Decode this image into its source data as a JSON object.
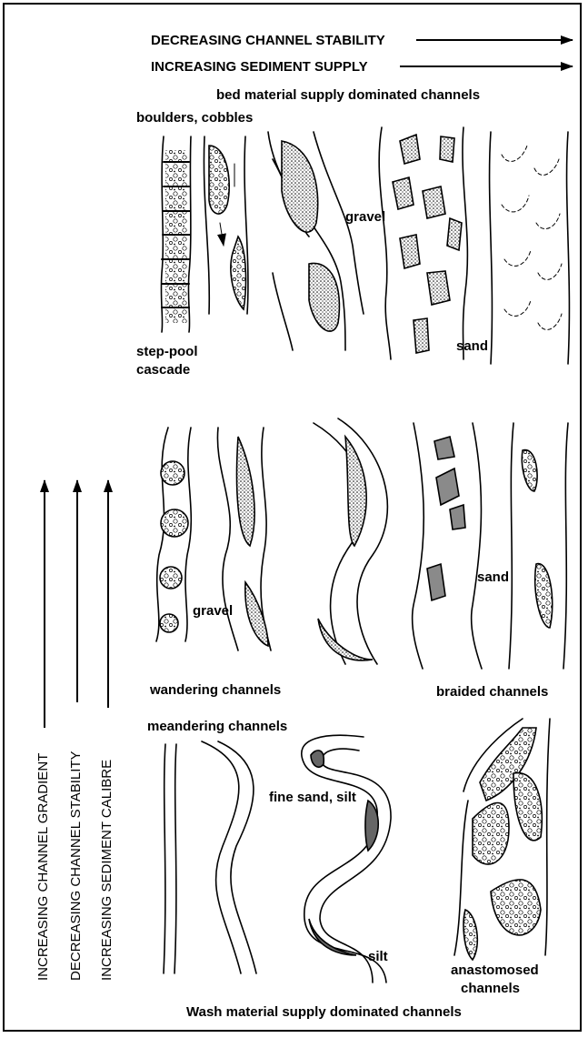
{
  "header": {
    "top_arrow_1": "DECREASING CHANNEL STABILITY",
    "top_arrow_2": "INCREASING SEDIMENT SUPPLY"
  },
  "side_arrows": {
    "left_1": "INCREASING CHANNEL GRADIENT",
    "left_2": "DECREASING CHANNEL STABILITY",
    "left_3": "INCREASING SEDIMENT CALIBRE"
  },
  "labels": {
    "bed_material": "bed material supply dominated channels",
    "boulders": "boulders, cobbles",
    "gravel_top": "gravel",
    "sand_top": "sand",
    "step_pool_1": "step-pool",
    "step_pool_2": "cascade",
    "gravel_mid": "gravel",
    "sand_mid": "sand",
    "wandering": "wandering channels",
    "braided": "braided channels",
    "meandering": "meandering channels",
    "fine_sand": "fine sand, silt",
    "silt": "silt",
    "anasto_1": "anastomosed",
    "anasto_2": "channels",
    "wash_prefix": "Wash",
    "wash_rest": "material supply dominated channels"
  }
}
